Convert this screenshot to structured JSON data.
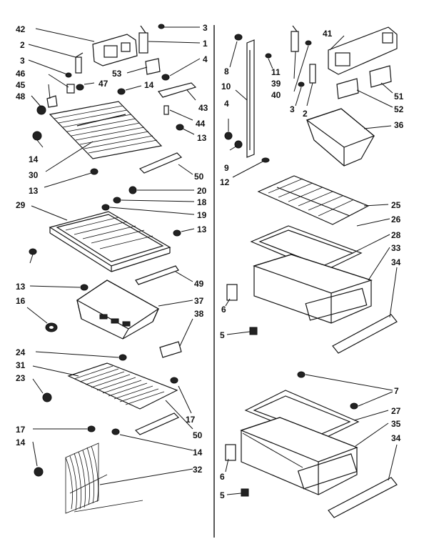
{
  "callouts": [
    "42",
    "3",
    "2",
    "1",
    "3",
    "53",
    "4",
    "46",
    "47",
    "45",
    "14",
    "48",
    "43",
    "44",
    "13",
    "14",
    "30",
    "50",
    "13",
    "20",
    "29",
    "18",
    "19",
    "13",
    "13",
    "49",
    "16",
    "37",
    "38",
    "24",
    "31",
    "23",
    "17",
    "17",
    "50",
    "14",
    "14",
    "32",
    "8",
    "11",
    "39",
    "40",
    "10",
    "41",
    "3",
    "2",
    "51",
    "52",
    "36",
    "4",
    "9",
    "12",
    "25",
    "26",
    "28",
    "33",
    "34",
    "6",
    "5",
    "7",
    "27",
    "35",
    "34",
    "6",
    "5"
  ]
}
